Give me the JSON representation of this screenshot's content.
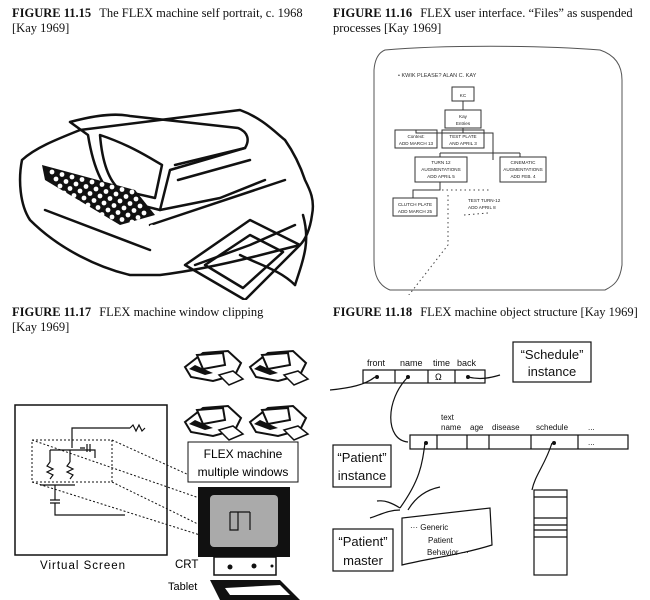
{
  "figures": [
    {
      "number": "FIGURE 11.15",
      "caption": "The FLEX machine self portrait, c. 1968",
      "caption_line2": "[Kay 1969]"
    },
    {
      "number": "FIGURE 11.16",
      "caption": "FLEX user interface. “Files” as suspended",
      "caption_line2": "processes [Kay 1969]"
    },
    {
      "number": "FIGURE 11.17",
      "caption": "FLEX machine window clipping",
      "caption_line2": "[Kay 1969]"
    },
    {
      "number": "FIGURE 11.18",
      "caption": "FLEX machine object structure [Kay 1969]",
      "caption_line2": ""
    }
  ],
  "fig16": {
    "header": "• KWIK PLEASE?  ALAN C. KAY",
    "nodes": {
      "root": "KC",
      "entries": [
        "Kay",
        "Entries"
      ],
      "context": [
        "Context:",
        "ADD MARCH 13"
      ],
      "test_plate": [
        "TEST PLATE",
        "AND APRIL 3"
      ],
      "turn12": [
        "TURN 12",
        "AUGMENTATIONS",
        "ADD APRIL 5"
      ],
      "cinematic": [
        "CINEMATIC",
        "AUGMENTATIONS",
        "ADD FEB. 4"
      ],
      "clutch": [
        "CLUTCH PLATE",
        "ADD MARCH 25"
      ],
      "test_turn": [
        "TEST TURN-12",
        "ADD APRIL 8"
      ]
    }
  },
  "fig17": {
    "label_box": [
      "FLEX machine",
      "multiple windows"
    ],
    "virtual_screen": "Virtual Screen",
    "crt": "CRT",
    "tablet": "Tablet"
  },
  "fig18": {
    "schedule_fields": [
      "front",
      "name",
      "time",
      "back"
    ],
    "schedule_box": [
      "“Schedule”",
      "instance"
    ],
    "patient_fields_top": "text",
    "patient_fields": [
      "name",
      "age",
      "disease",
      "schedule",
      "..."
    ],
    "patient_cell_ellipsis": "...",
    "patient_instance_box": [
      "“Patient”",
      "instance"
    ],
    "patient_master_box": [
      "“Patient”",
      "master"
    ],
    "behavior": [
      "··· Generic",
      "Patient",
      "Behavior ···"
    ],
    "ellipsis": "· · ·"
  }
}
